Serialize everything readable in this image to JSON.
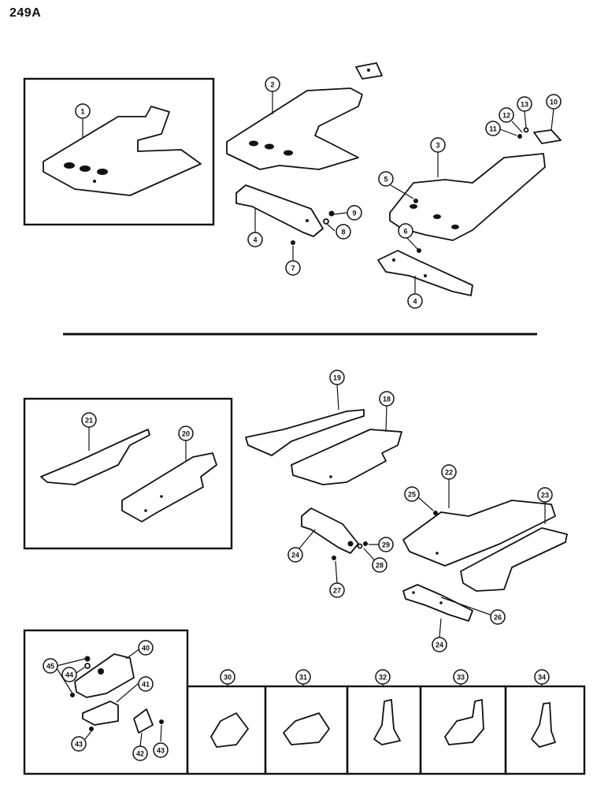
{
  "page": {
    "title": "249A"
  },
  "callouts": [
    {
      "id": "c1",
      "label": "1"
    },
    {
      "id": "c2",
      "label": "2"
    },
    {
      "id": "c3",
      "label": "3"
    },
    {
      "id": "c4a",
      "label": "4"
    },
    {
      "id": "c4b",
      "label": "4"
    },
    {
      "id": "c5",
      "label": "5"
    },
    {
      "id": "c6",
      "label": "6"
    },
    {
      "id": "c7",
      "label": "7"
    },
    {
      "id": "c8",
      "label": "8"
    },
    {
      "id": "c9",
      "label": "9"
    },
    {
      "id": "c10",
      "label": "10"
    },
    {
      "id": "c11",
      "label": "11"
    },
    {
      "id": "c12",
      "label": "12"
    },
    {
      "id": "c13",
      "label": "13"
    },
    {
      "id": "c18",
      "label": "18"
    },
    {
      "id": "c19",
      "label": "19"
    },
    {
      "id": "c20",
      "label": "20"
    },
    {
      "id": "c21",
      "label": "21"
    },
    {
      "id": "c22",
      "label": "22"
    },
    {
      "id": "c23",
      "label": "23"
    },
    {
      "id": "c24a",
      "label": "24"
    },
    {
      "id": "c24b",
      "label": "24"
    },
    {
      "id": "c25",
      "label": "25"
    },
    {
      "id": "c26",
      "label": "26"
    },
    {
      "id": "c27",
      "label": "27"
    },
    {
      "id": "c28",
      "label": "28"
    },
    {
      "id": "c29",
      "label": "29"
    },
    {
      "id": "c30",
      "label": "30"
    },
    {
      "id": "c31",
      "label": "31"
    },
    {
      "id": "c32",
      "label": "32"
    },
    {
      "id": "c33",
      "label": "33"
    },
    {
      "id": "c34",
      "label": "34"
    },
    {
      "id": "c40",
      "label": "40"
    },
    {
      "id": "c41",
      "label": "41"
    },
    {
      "id": "c42",
      "label": "42"
    },
    {
      "id": "c43a",
      "label": "43"
    },
    {
      "id": "c43b",
      "label": "43"
    },
    {
      "id": "c44",
      "label": "44"
    },
    {
      "id": "c45",
      "label": "45"
    }
  ]
}
